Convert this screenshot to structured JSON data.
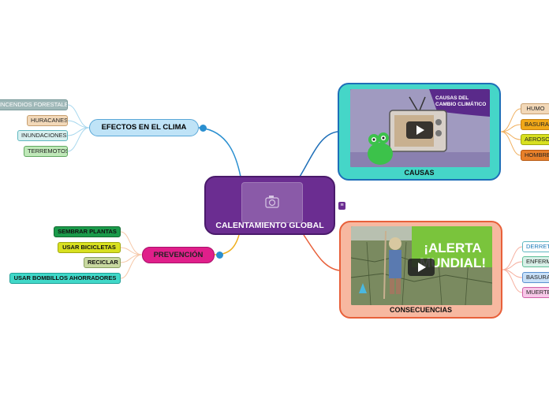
{
  "central": {
    "title": "CALENTAMIENTO GLOBAL",
    "image_icon": "camera-icon"
  },
  "efectos": {
    "label": "EFECTOS EN EL CLIMA",
    "items": [
      "INCENDIOS FORESTALES",
      "HURACANES",
      "INUNDACIONES",
      "TERREMOTOS"
    ]
  },
  "prevencion": {
    "label": "PREVENCIÓN",
    "items": [
      "SEMBRAR PLANTAS",
      "USAR BICICLETAS",
      "RECICLAR",
      "USAR BOMBILLOS AHORRADORES"
    ]
  },
  "causas": {
    "label": "CAUSAS",
    "video_title": "CAUSAS DEL CAMBIO CLIMÁTICO",
    "items": [
      "HUMO",
      "BASURA",
      "AEROSOL",
      "HOMBRE"
    ]
  },
  "consecuencias": {
    "label": "CONSECUENCIAS",
    "video_title_line1": "¡ALERTA",
    "video_title_line2": "MUNDIAL!",
    "items": [
      "DERRETIMIENTO",
      "ENFERMEDADES",
      "BASURA",
      "MUERTE"
    ]
  },
  "colors": {
    "central": "#6b2d91",
    "efectos": "#bfe3f7",
    "prevencion": "#e01f8a",
    "causas": "#45d6c8",
    "consecuencias": "#f7b8a0"
  },
  "notes_icon": "notes-icon"
}
